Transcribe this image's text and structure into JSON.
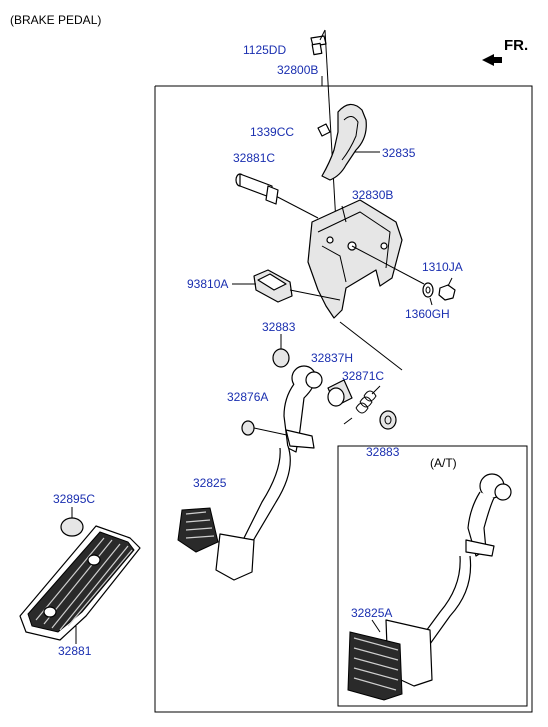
{
  "title": "(BRAKE PEDAL)",
  "direction": {
    "label": "FR."
  },
  "subassembly": {
    "label": "(A/T)"
  },
  "parts": {
    "p1125DD": "1125DD",
    "p32800B": "32800B",
    "p1339CC": "1339CC",
    "p32835": "32835",
    "p32881C": "32881C",
    "p32830B": "32830B",
    "p93810A": "93810A",
    "p1310JA": "1310JA",
    "p1360GH": "1360GH",
    "p32883a": "32883",
    "p32837H": "32837H",
    "p32871C": "32871C",
    "p32876A": "32876A",
    "p32883b": "32883",
    "p32825": "32825",
    "p32895C": "32895C",
    "p32881": "32881",
    "p32825A": "32825A"
  },
  "colors": {
    "label": "#1a2fb0",
    "line": "#000000",
    "pad": "#2a2a2a",
    "part_fill": "#e6e6e6"
  }
}
